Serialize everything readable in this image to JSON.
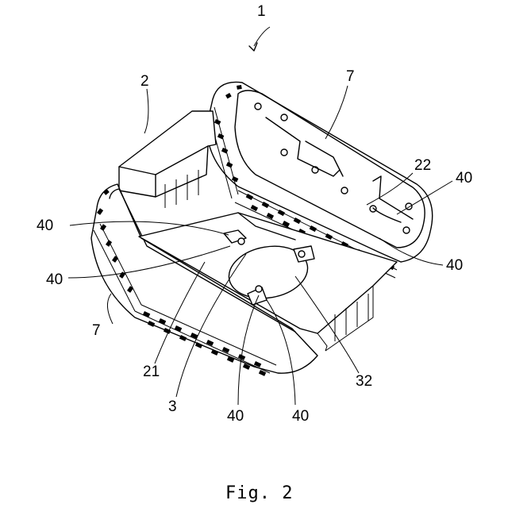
{
  "figure": {
    "caption": "Fig. 2",
    "reference_labels": {
      "main": "1",
      "upper_frame": "2",
      "crawler_right": "7",
      "crawler_left": "7",
      "pad_22": "22",
      "pad_21": "21",
      "plate": "32",
      "base": "3",
      "fastener_a": "40",
      "fastener_b": "40",
      "fastener_c": "40",
      "fastener_d": "40",
      "fastener_e": "40",
      "fastener_f": "40"
    }
  }
}
